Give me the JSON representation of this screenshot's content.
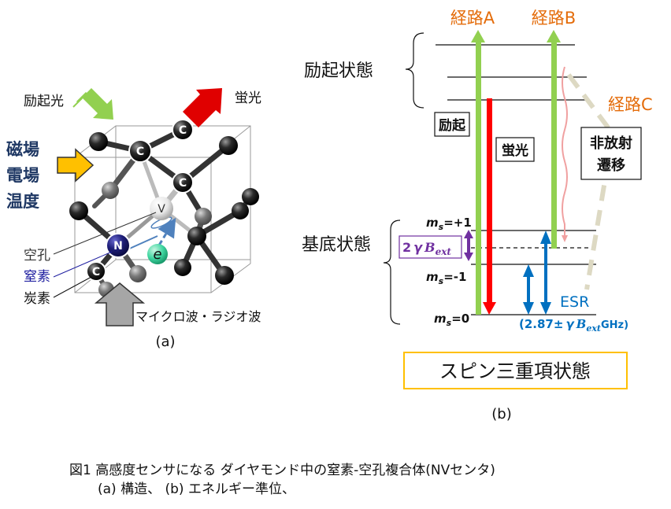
{
  "panel_a": {
    "excitation_light": "励起光",
    "fluorescence": "蛍光",
    "external_fields": [
      "磁場",
      "電場",
      "温度"
    ],
    "vacancy": "空孔",
    "nitrogen": "窒素",
    "carbon": "炭素",
    "microwave": "マイクロ波・ラジオ波",
    "carbon_symbol": "C",
    "nitrogen_symbol": "N",
    "vacancy_symbol": "V",
    "electron_symbol": "e",
    "label": "(a)"
  },
  "panel_b": {
    "path_a": "経路A",
    "path_b": "経路B",
    "path_c": "経路C",
    "excited_state": "励起状態",
    "ground_state": "基底状態",
    "excitation": "励起",
    "fluorescence": "蛍光",
    "nonradiative": [
      "非放射",
      "遷移"
    ],
    "ms_plus": "=+1",
    "ms_minus": "=-1",
    "ms_zero": "=0",
    "ms_symbol": "m",
    "ms_sub": "s",
    "zeeman_prefix": "2",
    "gamma": "γ",
    "b_symbol": "B",
    "b_sub": "ext",
    "esr": "ESR",
    "esr_freq_prefix": "(2.87±",
    "esr_freq_suffix": "GHz)",
    "spin_triplet": "スピン三重項状態",
    "label": "(b)"
  },
  "caption": {
    "line1": "図1 高感度センサになる ダイヤモンド中の窒素-空孔複合体(NVセンタ)",
    "line2": "(a) 構造、 (b) エネルギー準位、"
  },
  "colors": {
    "excitation_green": "#92d050",
    "fluorescence_red": "#ff0000",
    "orange_text": "#e46c0a",
    "field_arrow": "#ffc000",
    "esr_blue": "#0070c0",
    "zeeman_purple": "#7030a0",
    "nonrad_beige": "#ddd9c3",
    "nitrogen_navy": "#1f1f7a",
    "highlight_border": "#ffc000"
  }
}
